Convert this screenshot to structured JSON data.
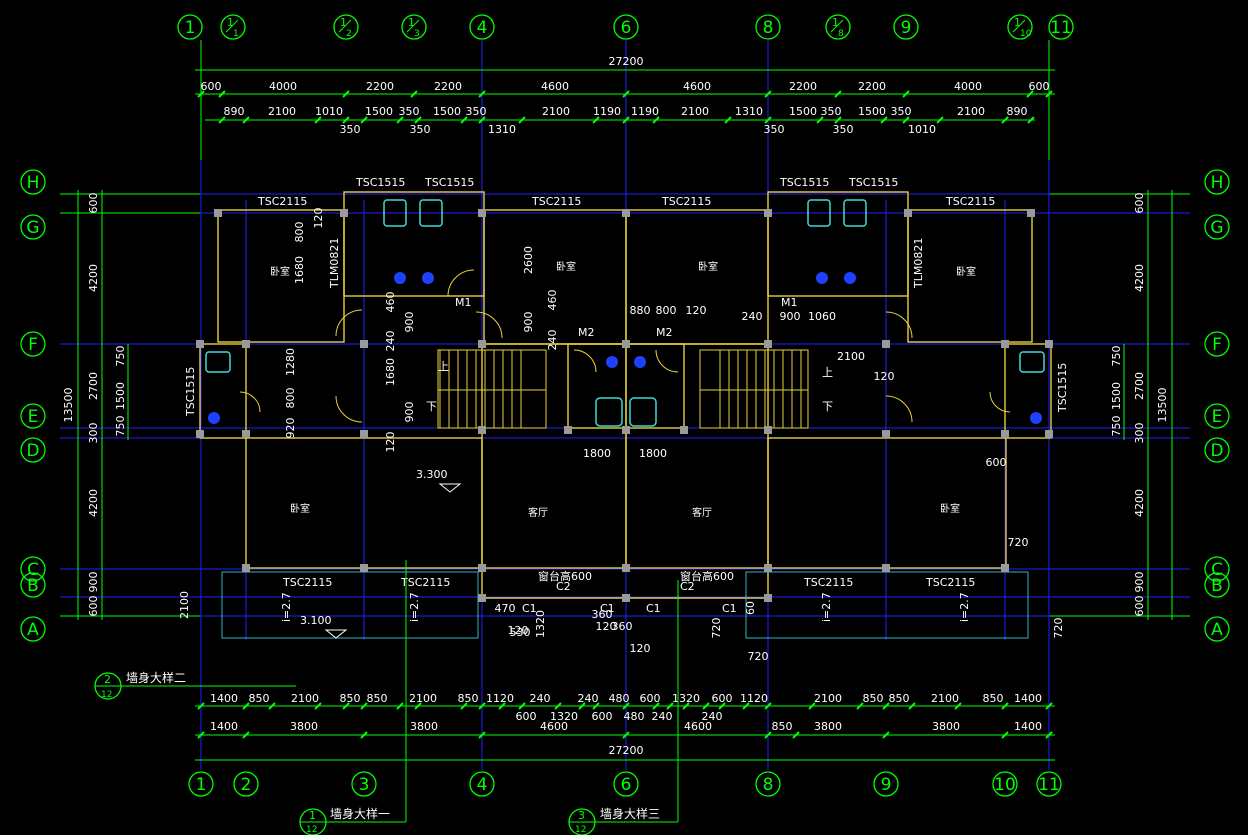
{
  "axes_top": [
    "1",
    "1/1",
    "1/2",
    "1/3",
    "4",
    "6",
    "8",
    "1/8",
    "9",
    "1/10",
    "11"
  ],
  "axes_bottom": [
    "1",
    "2",
    "3",
    "4",
    "6",
    "8",
    "9",
    "10",
    "11"
  ],
  "axes_rows": [
    "H",
    "G",
    "F",
    "E",
    "D",
    "C",
    "B",
    "A"
  ],
  "dims": {
    "total": "27200",
    "top_row1": [
      "600",
      "4000",
      "2200",
      "2200",
      "4600",
      "4600",
      "2200",
      "2200",
      "4000",
      "600"
    ],
    "top_row2": [
      "890",
      "2100",
      "1010",
      "1500",
      "350",
      "1500",
      "350",
      "2100",
      "1190",
      "1190",
      "2100",
      "1310",
      "1500",
      "350",
      "1500",
      "350",
      "2100",
      "890"
    ],
    "top_row3": [
      "350",
      "350",
      "1310",
      "350",
      "350",
      "1010"
    ],
    "bottom_row1": [
      "1400",
      "850",
      "2100",
      "850",
      "850",
      "2100",
      "850",
      "1120",
      "240",
      "240",
      "480",
      "600",
      "1320",
      "600",
      "1120",
      "2100",
      "850",
      "850",
      "2100",
      "850",
      "1400"
    ],
    "bottom_row1b": [
      "600",
      "1320",
      "600",
      "480",
      "240",
      "240"
    ],
    "bottom_row2": [
      "1400",
      "3800",
      "3800",
      "4600",
      "4600",
      "850",
      "3800",
      "3800",
      "1400"
    ],
    "left_outer": "13500",
    "left_mid": [
      "600",
      "4200",
      "2700",
      "300",
      "4200",
      "900",
      "600",
      "2100"
    ],
    "left_inner": [
      "750",
      "1500",
      "750"
    ],
    "right_outer": "13500",
    "right_mid": [
      "600",
      "4200",
      "2700",
      "300",
      "4200",
      "900",
      "600"
    ],
    "right_inner": [
      "750",
      "1500",
      "750"
    ],
    "right_small": "720"
  },
  "rooms": {
    "bedroom": "卧室",
    "living": "客厅"
  },
  "windows": [
    "TSC2115",
    "TSC1515",
    "TSC1515",
    "TSC2115",
    "TSC2115",
    "TSC1515",
    "TSC1515",
    "TSC2115",
    "TSC2115",
    "TSC2115",
    "TSC2115",
    "TSC2115",
    "TSC1515",
    "TSC1515"
  ],
  "doors": [
    "M1",
    "M2",
    "TLM0821",
    "TLM0821",
    "C1",
    "C2"
  ],
  "interior_dims": [
    "800",
    "120",
    "1680",
    "460",
    "900",
    "240",
    "1680",
    "900",
    "120",
    "2600",
    "460",
    "900",
    "240",
    "880",
    "800",
    "120",
    "1800",
    "1800",
    "240",
    "900",
    "1060",
    "2100",
    "120",
    "1280",
    "800",
    "920",
    "600",
    "720",
    "470",
    "530",
    "120",
    "1320",
    "360",
    "120",
    "360",
    "120",
    "720",
    "720",
    "60"
  ],
  "notes": {
    "elev1": "3.300",
    "elev2": "3.100",
    "sill1": "窗台高600",
    "sill2": "窗台高600",
    "slope": "i=2.7",
    "up": "上",
    "down": "下"
  },
  "detail_callouts": [
    {
      "num": "2",
      "sheet": "12",
      "text": "墙身大样二"
    },
    {
      "num": "1",
      "sheet": "12",
      "text": "墙身大样一"
    },
    {
      "num": "3",
      "sheet": "12",
      "text": "墙身大样三"
    }
  ]
}
